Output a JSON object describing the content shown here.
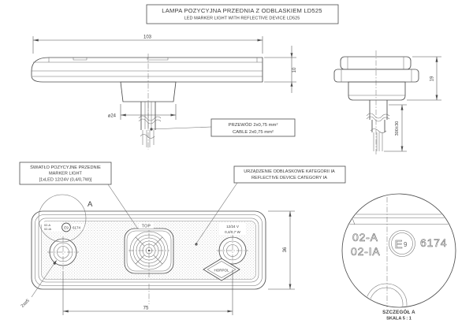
{
  "title": {
    "line1": "LAMPA POZYCYJNA PRZEDNIA Z ODBLASKIEM LD525",
    "line2": "LED MARKER LIGHT WITH REFLECTIVE DEVICE LD525"
  },
  "dims": {
    "length": "103",
    "profile_height": "10",
    "end_height": "19",
    "cable_length": "300±30",
    "plug_diameter": "⌀24",
    "hole_spacing": "75",
    "face_height": "36",
    "mounting_holes": "2x⌀5"
  },
  "labels": {
    "cable": {
      "line1": "PRZEWÓD 2x0,75 mm²",
      "line2": "CABLE 2x0,75 mm²"
    },
    "marker_light": {
      "line1": "ŚWIATŁO POZYCYJNE PRZEDNIE",
      "line2": "MARKER LIGHT",
      "line3": "[1xLED 12/24V (0,4/0,7W)]"
    },
    "reflective": {
      "line1": "URZĄDZENIE ODBLASKOWE KATEGORII IA",
      "line2": "REFLECTIVE DEVICE CATEGORY IA"
    }
  },
  "front": {
    "detail_marker": "A",
    "approval1": "02-A",
    "approval2": "02-IA",
    "e_mark": "E9",
    "approval_no": "6174",
    "top_label": "TOP",
    "voltage": "12/24 V",
    "power": "0,4/0,7 W",
    "brand": "HORPOL"
  },
  "detail": {
    "approval1": "02-A",
    "approval2": "02-IA",
    "e_letter": "E",
    "e_number": "9",
    "approval_no": "6174",
    "caption1": "SZCZEGÓŁ A",
    "caption2": "SKALA 5 : 1"
  },
  "colors": {
    "line": "#4d4d4d",
    "background": "#ffffff"
  }
}
